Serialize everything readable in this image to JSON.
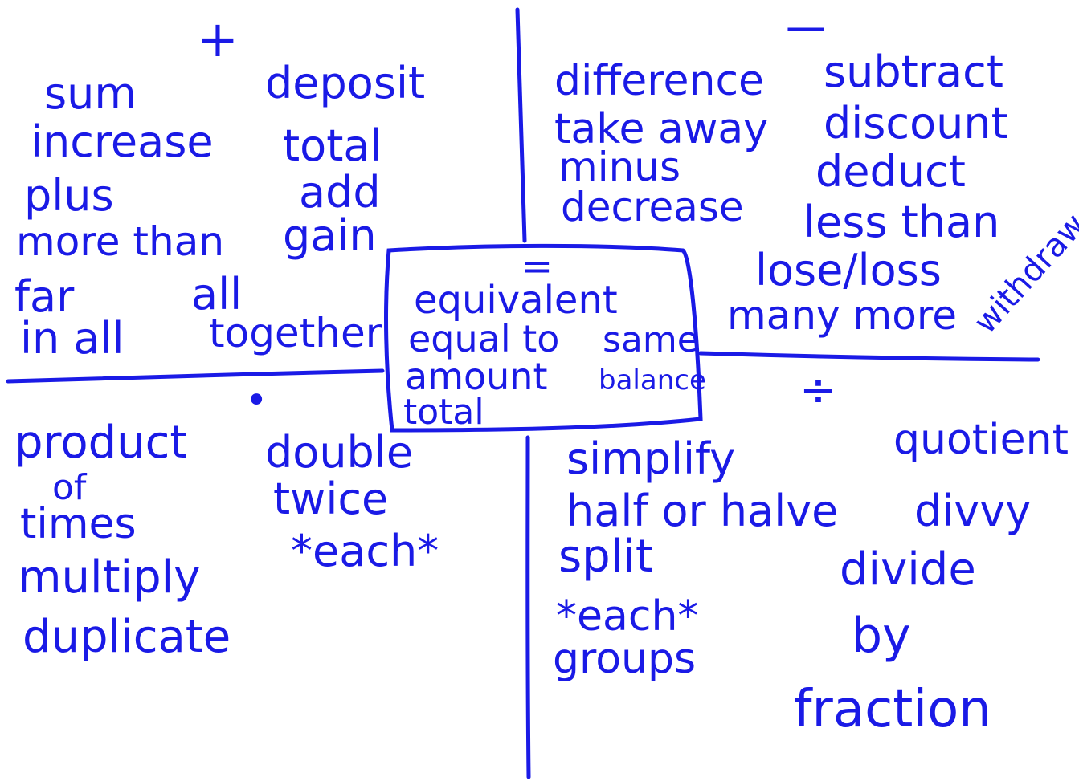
{
  "ink_color": "#1a1ae6",
  "background_color": "#ffffff",
  "quadrants": {
    "addition": {
      "symbol": "+",
      "words": [
        "sum",
        "deposit",
        "increase",
        "total",
        "plus",
        "add",
        "more than",
        "gain",
        "far",
        "all",
        "in all",
        "together"
      ]
    },
    "subtraction": {
      "symbol": "—",
      "words": [
        "difference",
        "subtract",
        "take away",
        "discount",
        "minus",
        "deduct",
        "decrease",
        "less than",
        "lose/loss",
        "many more",
        "withdraw"
      ]
    },
    "multiplication": {
      "symbol": "•",
      "words": [
        "product",
        "of",
        "double",
        "times",
        "twice",
        "multiply",
        "*each*",
        "duplicate"
      ]
    },
    "division": {
      "symbol": "÷",
      "words": [
        "simplify",
        "quotient",
        "half or halve",
        "divvy",
        "split",
        "divide",
        "*each*",
        "groups",
        "by",
        "fraction"
      ]
    }
  },
  "center_box": {
    "symbol": "=",
    "words": [
      "equivalent",
      "equal to",
      "same",
      "amount",
      "balance",
      "total"
    ]
  }
}
